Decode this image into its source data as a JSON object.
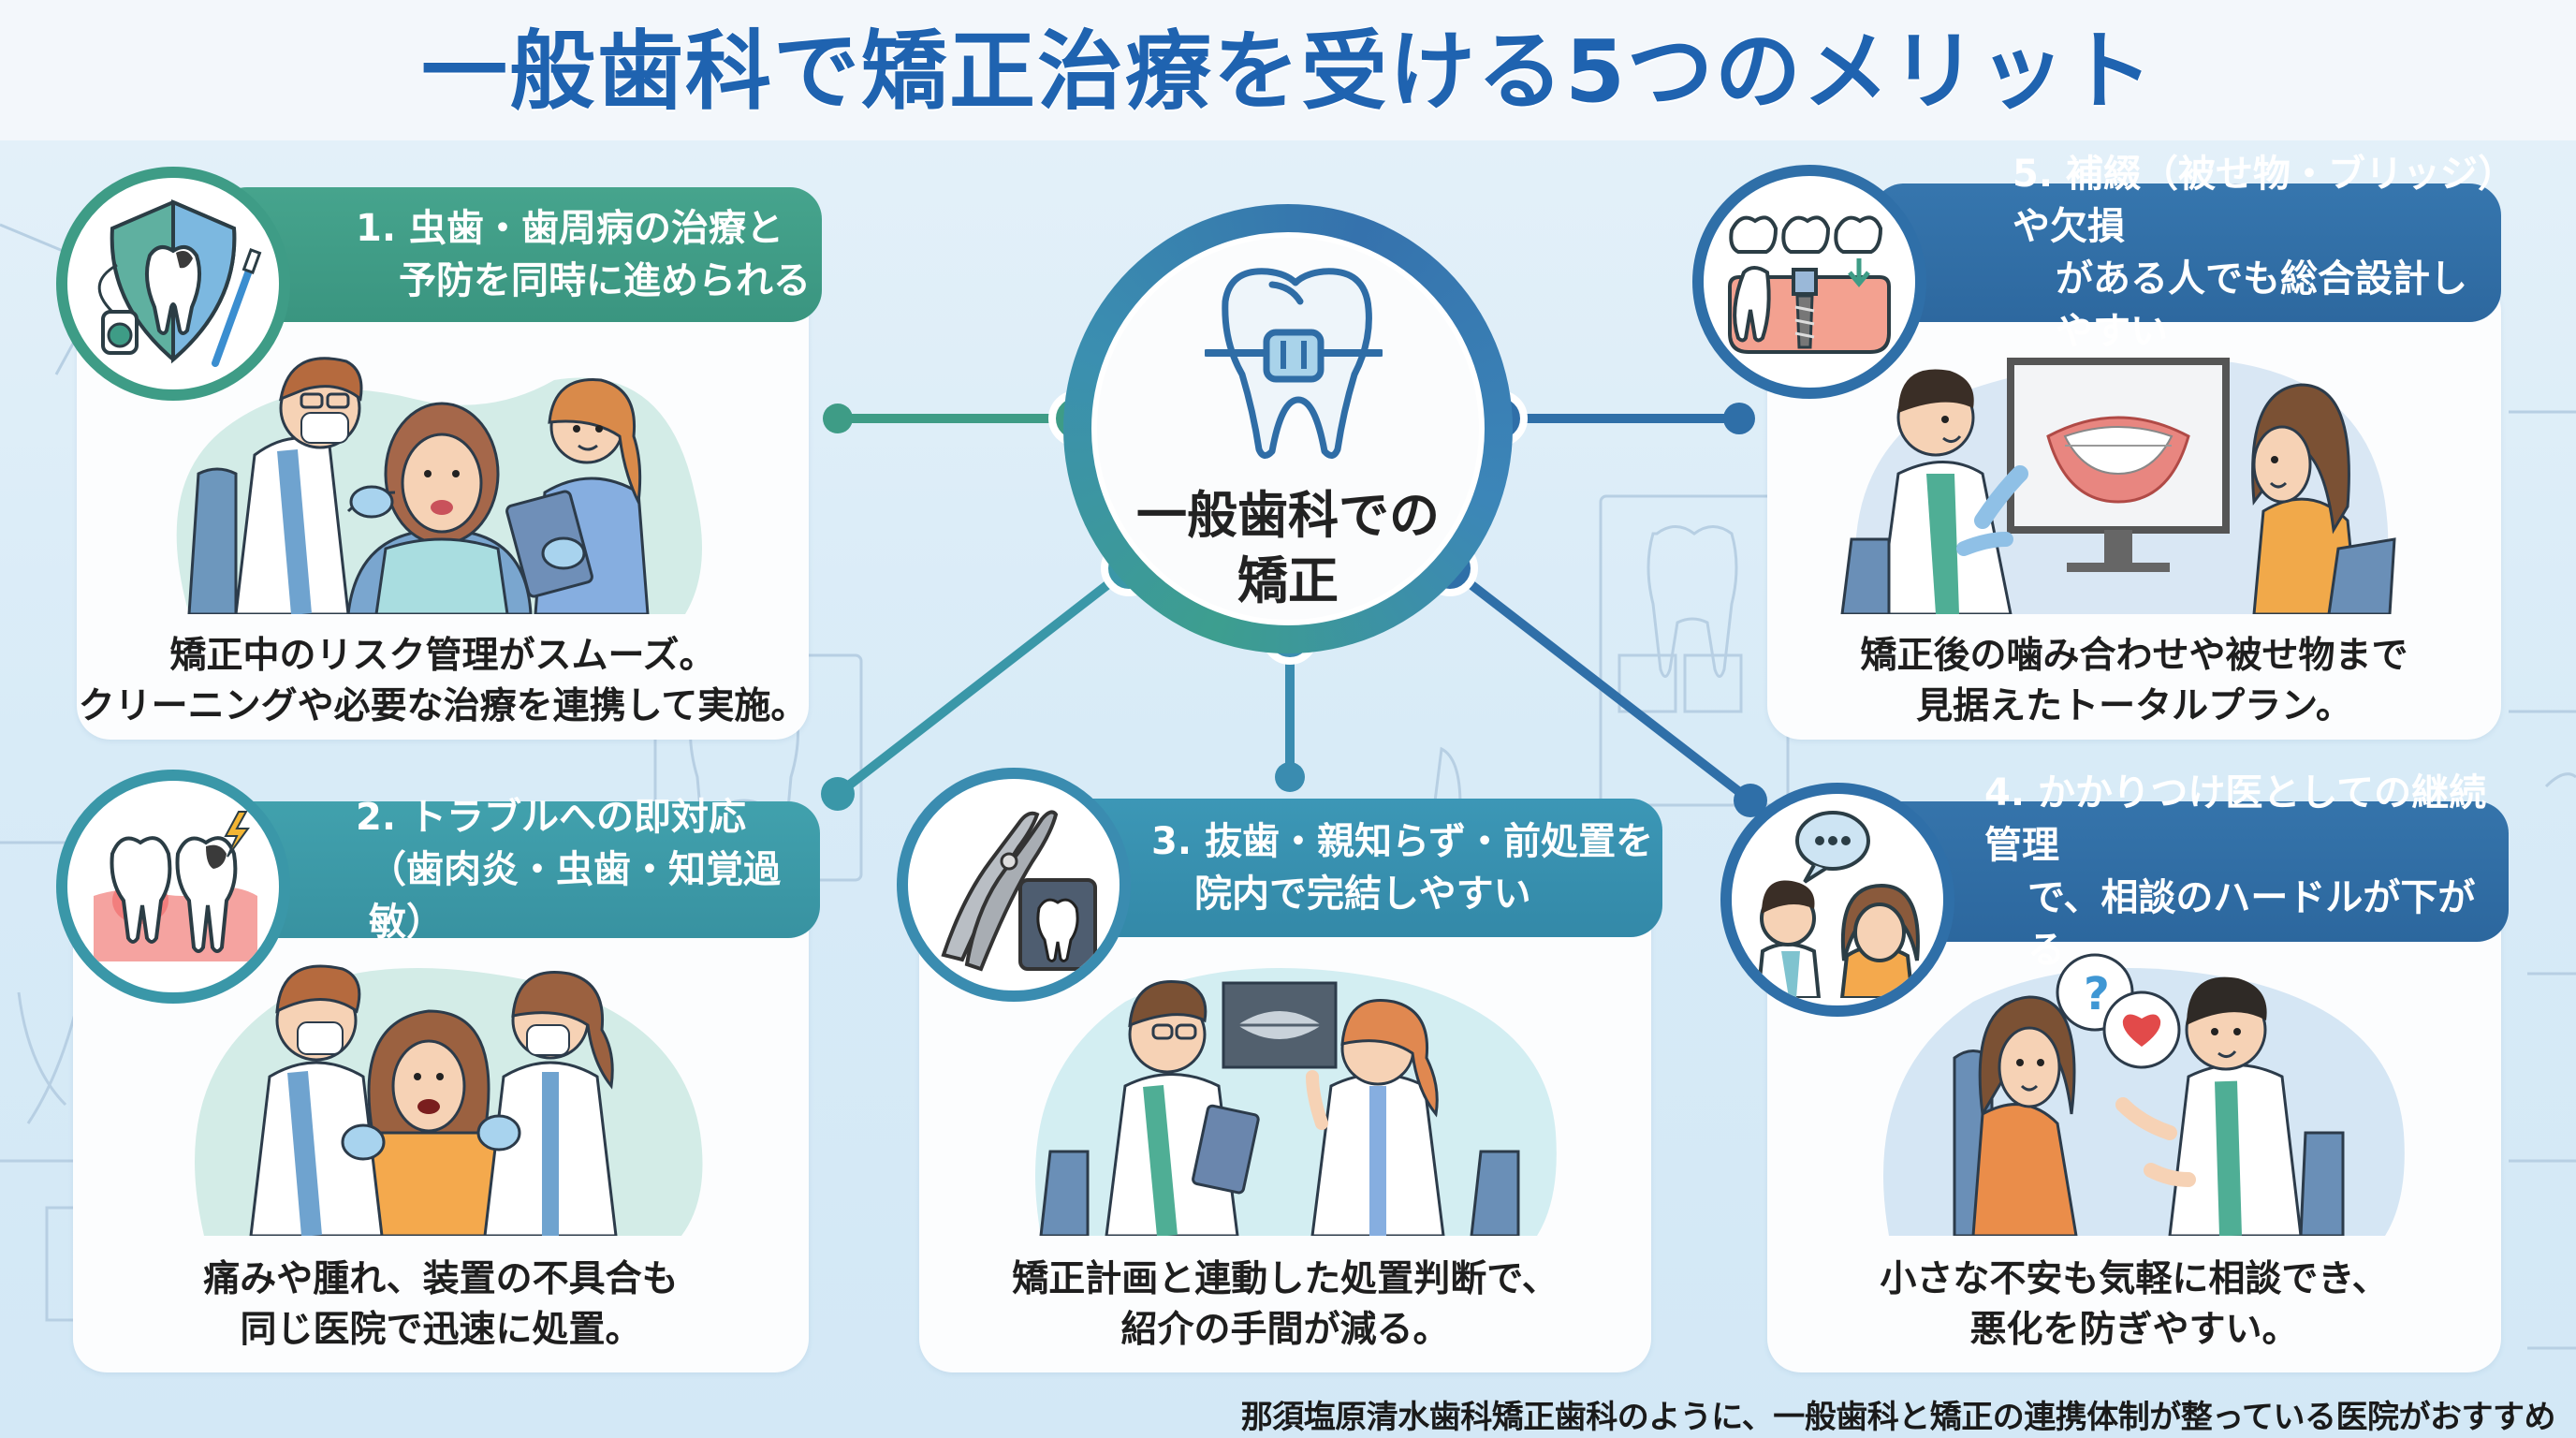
{
  "header": {
    "title": "一般歯科で矯正治療を受ける5つのメリット"
  },
  "hub": {
    "icon": "tooth-with-braces-icon",
    "label_line1": "一般歯科での",
    "label_line2": "矯正"
  },
  "colors": {
    "title_blue": "#1f63b0",
    "teal_green": "#3e9c86",
    "teal": "#3a97a8",
    "teal_blue": "#3a8cb0",
    "steel_blue": "#2f6fa8",
    "background": "#d8ebf7"
  },
  "merits": [
    {
      "number": "1.",
      "title_line1": "虫歯・歯周病の治療と",
      "title_line2": "予防を同時に進められる",
      "badge_icon": "shield-tooth-toothbrush-floss-icon",
      "scene": "dentist-examining-patient-with-assistant",
      "caption_line1": "矯正中のリスク管理がスムーズ。",
      "caption_line2": "クリーニングや必要な治療を連携して実施。",
      "color": "#3e9c86"
    },
    {
      "number": "2.",
      "title_line1": "トラブルへの即対応",
      "title_line2": "（歯肉炎・虫歯・知覚過敏）",
      "badge_icon": "inflamed-gum-decayed-tooth-pain-icon",
      "scene": "two-dentists-treating-patient",
      "caption_line1": "痛みや腫れ、装置の不具合も",
      "caption_line2": "同じ医院で迅速に処置。",
      "color": "#3a97a8"
    },
    {
      "number": "3.",
      "title_line1": "抜歯・親知らず・前処置を",
      "title_line2": "院内で完結しやすい",
      "badge_icon": "forceps-xray-tooth-icon",
      "scene": "dentists-reviewing-panoramic-xray",
      "caption_line1": "矯正計画と連動した処置判断で、",
      "caption_line2": "紹介の手間が減る。",
      "color": "#3a8cb0"
    },
    {
      "number": "4.",
      "title_line1": "かかりつけ医としての継続管理",
      "title_line2": "で、相談のハードルが下がる",
      "badge_icon": "doctor-patient-speech-bubble-icon",
      "scene": "doctor-consulting-patient-question-heart",
      "caption_line1": "小さな不安も気軽に相談でき、",
      "caption_line2": "悪化を防ぎやすい。",
      "color": "#2f6fa8"
    },
    {
      "number": "5.",
      "title_line1": "補綴（被せ物・ブリッジ）や欠損",
      "title_line2": "がある人でも総合設計しやすい",
      "badge_icon": "crown-bridge-implant-icon",
      "scene": "doctor-explaining-smile-on-monitor",
      "caption_line1": "矯正後の噛み合わせや被せ物まで",
      "caption_line2": "見据えたトータルプラン。",
      "color": "#2f6fa8"
    }
  ],
  "footer": {
    "note": "那須塩原清水歯科矯正歯科のように、一般歯科と矯正の連携体制が整っている医院がおすすめ"
  }
}
